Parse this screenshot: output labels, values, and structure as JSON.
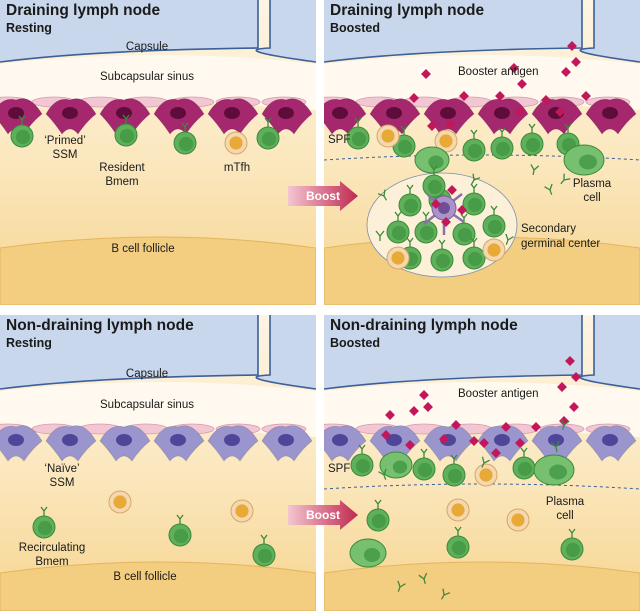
{
  "panels": {
    "draining_resting": {
      "title": "Draining lymph node",
      "subtitle": "Resting",
      "labels": {
        "capsule": "Capsule",
        "sinus": "Subcapsular sinus",
        "ssm_line1": "‘Primed’",
        "ssm_line2": "SSM",
        "bmem_line1": "Resident",
        "bmem_line2": "Bmem",
        "mtfh": "mTfh",
        "follicle": "B cell follicle"
      }
    },
    "draining_boosted": {
      "title": "Draining lymph node",
      "subtitle": "Boosted",
      "labels": {
        "antigen": "Booster antigen",
        "spf": "SPF",
        "plasma_line1": "Plasma",
        "plasma_line2": "cell",
        "gc_line1": "Secondary",
        "gc_line2": "germinal center"
      }
    },
    "nondraining_resting": {
      "title": "Non-draining lymph node",
      "subtitle": "Resting",
      "labels": {
        "capsule": "Capsule",
        "sinus": "Subcapsular sinus",
        "ssm_line1": "‘Naïve’",
        "ssm_line2": "SSM",
        "bmem_line1": "Recirculating",
        "bmem_line2": "Bmem",
        "follicle": "B cell follicle"
      }
    },
    "nondraining_boosted": {
      "title": "Non-draining lymph node",
      "subtitle": "Boosted",
      "labels": {
        "antigen": "Booster antigen",
        "spf": "SPF",
        "plasma_line1": "Plasma",
        "plasma_line2": "cell"
      }
    }
  },
  "arrows": {
    "top": "Boost",
    "bottom": "Boost"
  },
  "colors": {
    "capsule_blue": "#c9d7ec",
    "sinus_cream": "#fff9ef",
    "follicle_top": "#fdf4e3",
    "follicle_bottom": "#f5d48e",
    "primed_ssm": "#a5276e",
    "naive_ssm": "#9a95cc",
    "b_cell": "#5fb05a",
    "mtfh": "#e9a937",
    "antigen": "#c2185b",
    "boost_arrow": "#c02850"
  }
}
